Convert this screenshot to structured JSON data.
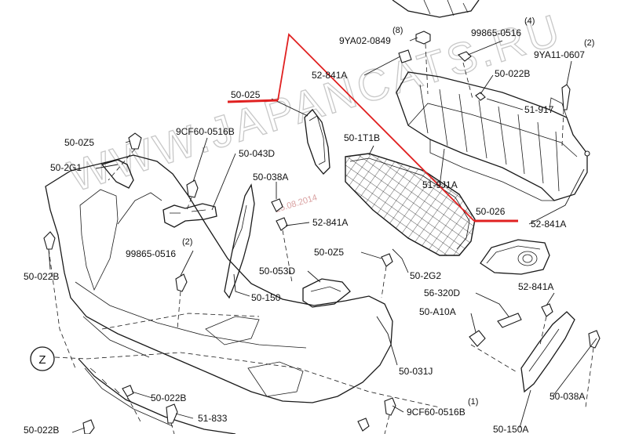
{
  "watermark": "WWW.JAPANCATS.RU",
  "date_stamp": "25.08.2014",
  "view_marker": "Z",
  "highlight_color": "#e02020",
  "labels": {
    "p_9ya02_0849": "9YA02-0849",
    "q_9ya02_0849": "(8)",
    "p_99865_0516_top": "99865-0516",
    "q_99865_0516_top": "(4)",
    "p_9ya11_0607": "9YA11-0607",
    "q_9ya11_0607": "(2)",
    "p_52_841a_top": "52-841A",
    "p_50_022b_top": "50-022B",
    "p_51_917": "51-917",
    "p_50_025": "50-025",
    "p_50_0z5_left": "50-0Z5",
    "p_9cf60_0516b_top": "9CF60-0516B",
    "p_50_043d": "50-043D",
    "p_50_1t1b": "50-1T1B",
    "p_50_9j1a": "51-9J1A",
    "p_50_2g1": "50-2G1",
    "p_50_038a_mid": "50-038A",
    "p_52_841a_mid": "52-841A",
    "p_50_026": "50-026",
    "p_52_841a_right": "52-841A",
    "p_50_022b_left": "50-022B",
    "p_99865_0516_left": "99865-0516",
    "q_99865_0516_left": "(2)",
    "p_50_0z5_mid": "50-0Z5",
    "p_50_053d": "50-053D",
    "p_50_2g2": "50-2G2",
    "p_50_150": "50-150",
    "p_52_841a_low": "52-841A",
    "p_56_320d": "56-320D",
    "p_50_a10a": "50-A10A",
    "p_50_031j": "50-031J",
    "p_50_022b_bottom": "50-022B",
    "p_51_833": "51-833",
    "p_9cf60_0516b_bottom": "9CF60-0516B",
    "q_9cf60_0516b_bottom": "(1)",
    "p_50_038a_right": "50-038A",
    "p_50_150a": "50-150A",
    "p_50_022b_corner": "50-022B"
  }
}
